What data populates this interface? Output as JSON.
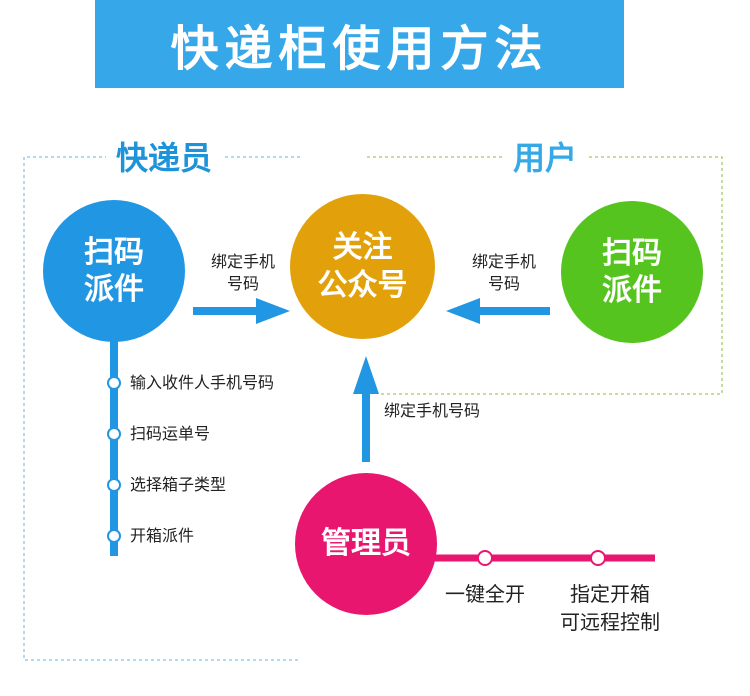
{
  "title": "快递柜使用方法",
  "sections": {
    "courier": "快递员",
    "user": "用户"
  },
  "nodes": {
    "courier_scan": "扫码\n派件",
    "official_account": "关注\n公众号",
    "user_scan": "扫码\n派件",
    "admin": "管理员"
  },
  "edge_labels": {
    "courier_bind": "绑定手机\n号码",
    "user_bind": "绑定手机\n号码",
    "admin_bind": "绑定手机号码"
  },
  "courier_steps": [
    "输入收件人手机号码",
    "扫码运单号",
    "选择箱子类型",
    "开箱派件"
  ],
  "admin_actions": [
    "一键全开",
    "指定开箱\n可远程控制"
  ],
  "colors": {
    "title_bg": "#36a7e8",
    "courier": "#2196e3",
    "official": "#e2a10b",
    "user": "#55c41e",
    "admin": "#e8166f",
    "courier_label": "#1e93d9",
    "user_label": "#35a9e6"
  }
}
